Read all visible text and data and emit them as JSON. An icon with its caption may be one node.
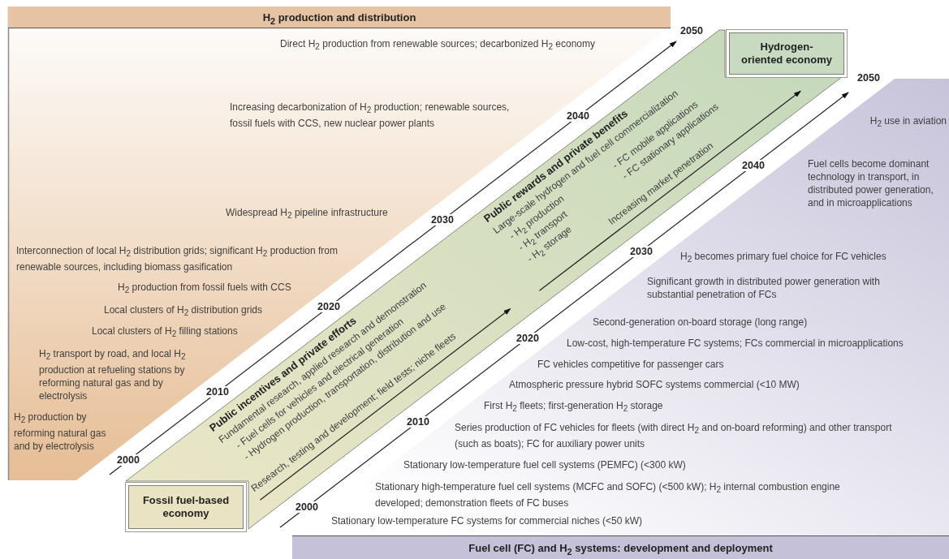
{
  "diagram": {
    "nodes": [
      {
        "text": [
          "H$_{2}$ production and distribution",
          "Direct H$_{2}$ production from renewable sources; decarbonized H$_{2}$ economy",
          "Increasing decarbonization of H$_{2}$ production; renewable sources, fossil fuels with CCS, new nuclear power plants",
          "Widespread H$_{2}$ pipeline infrastructure",
          "Interconnection of local H$_{2}$ distribution grids; significant H$_{2}$ production from renewable sources, including biomass gasification",
          "H$_{2}$ production from fossil fuels with CCS",
          "Local clusters of H$_{2}$ distribution grids",
          "Local clusters of H$_{2}$ filling stations",
          "H$_{2}$ transport by road, and local H$_{2}$ production at refueling stations by reforming natural gas and by electrolysis",
          "H$_{2}$ production by reforming natural gas and by electrolysis"
        ]
      },
      {
        "text": [
          "Public incentives and private efforts",
          "Fundamental research, applied research and demonstration",
          "- Fuel cells for vehicles and electrical generation",
          "- Hydrogen production, transportation, distribution and use",
          "Research, testing and development; field tests; niche fleets",
          "Public rewards and private benefits",
          "Large-scale hydrogen and fuel cell commercialization",
          "- H$_{2}$ production",
          "- H$_{2}$ transport",
          "- H$_{2}$ storage",
          "- FC mobile applications",
          "- FC stationary applications",
          "Increasing market penetration"
        ]
      },
      {
        "text": [
          "Fossil fuel-based economy"
        ]
      },
      {
        "text": [
          "Hydrogen-oriented economy"
        ]
      },
      {
        "text": [
          "H$_{2}$ use in aviation",
          "Fuel cells become dominant technology in transport, in distributed power generation, and in microapplications",
          "H$_{2}$ becomes primary fuel choice for FC vehicles",
          "Significant growth in distributed power generation with substantial penetration of FCs",
          "Second-generation on-board storage (long range)",
          "Low-cost, high-temperature FC systems; FCs commercial in microapplications",
          "FC vehicles competitive for passenger cars",
          "Atmospheric pressure hybrid SOFC systems commercial (<10 MW)",
          "First H$_{2}$ fleets; first-generation H$_{2}$ storage",
          "Series production of FC vehicles for fleets (with direct H$_{2}$ and on-board reforming) and other transport (such as boats); FC for auxiliary power units",
          "Stationary low-temperature fuel cell systems (PEMFC) (<300 kW)",
          "Stationary high-temperature fuel cell systems (MCFC and SOFC) (<500 kW); H$_{2}$ internal combustion engine developed; demonstration fleets of FC buses",
          "Stationary low-temperature FC systems for commercial niches (<50 kW)",
          "Fuel cell (FC) and H$_{2}$ systems: development and deployment"
        ]
      }
    ],
    "labels": [
      "2000",
      "2010",
      "2020",
      "2030",
      "2040",
      "2050",
      "2000",
      "2010",
      "2020",
      "2030",
      "2040",
      "2050"
    ]
  }
}
